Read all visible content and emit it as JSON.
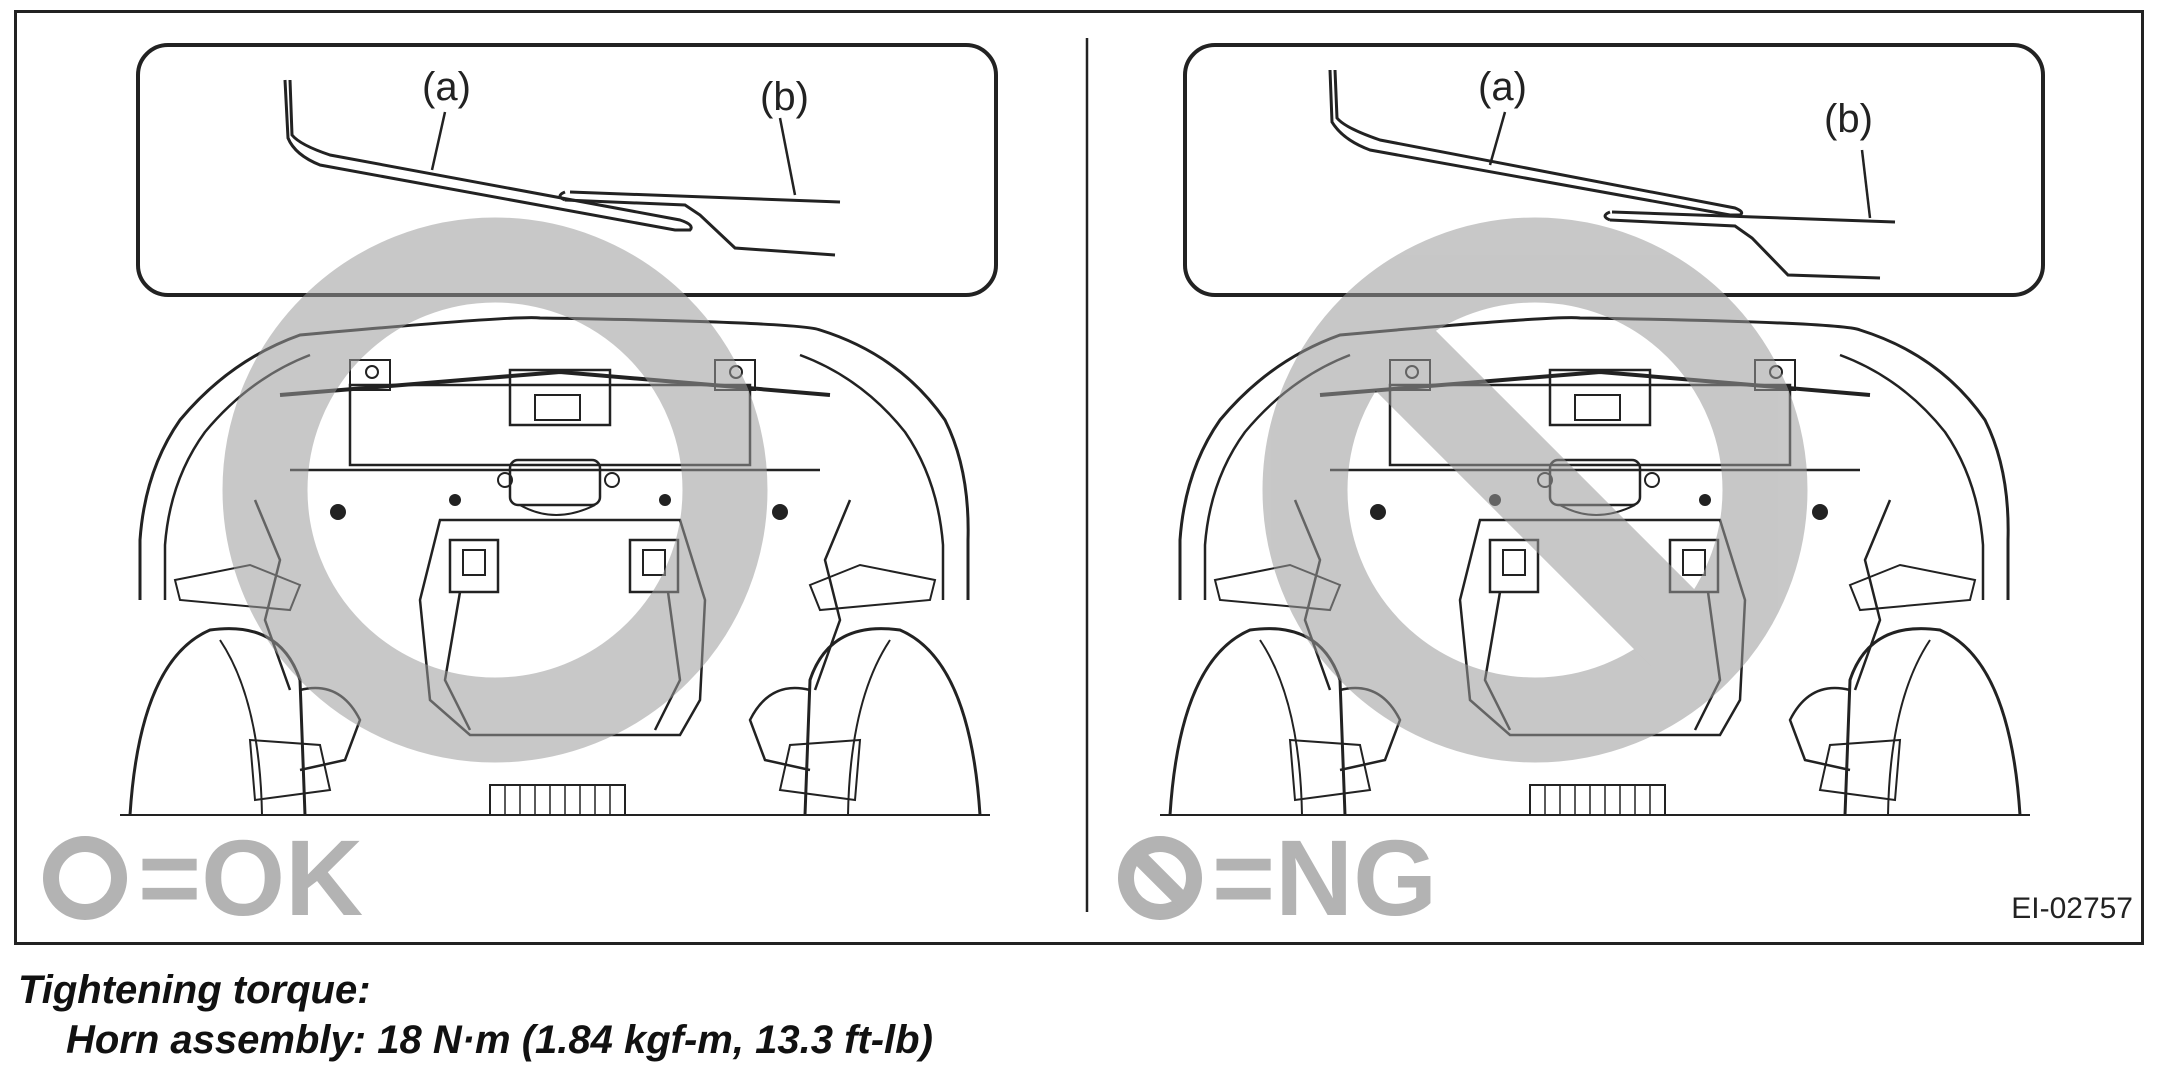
{
  "figure_code": "EI-02757",
  "panels": [
    {
      "id": "ok",
      "callout_a": "(a)",
      "callout_b": "(b)",
      "legend_label": "=OK",
      "legend_symbol": "circle-icon"
    },
    {
      "id": "ng",
      "callout_a": "(a)",
      "callout_b": "(b)",
      "legend_label": "=NG",
      "legend_symbol": "prohibited-icon"
    }
  ],
  "caption": {
    "title": "Tightening torque:",
    "spec": "Horn assembly: 18 N·m (1.84 kgf-m, 13.3 ft-lb)"
  },
  "colors": {
    "line": "#222222",
    "overlay": "#9a9a9a",
    "legend": "#b3b3b3"
  }
}
